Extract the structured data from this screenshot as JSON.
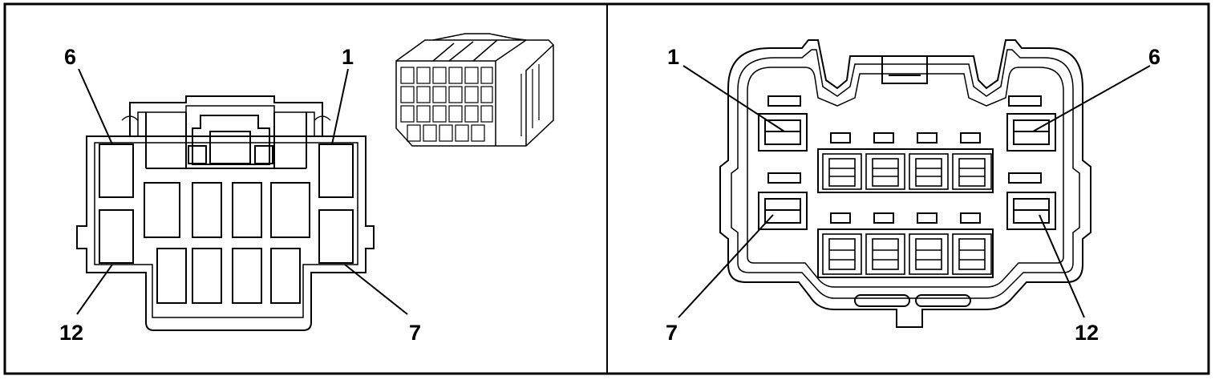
{
  "colors": {
    "line": "#000000",
    "background": "#ffffff"
  },
  "left_panel": {
    "pin_labels": {
      "p6": "6",
      "p1": "1",
      "p12": "12",
      "p7": "7"
    }
  },
  "right_panel": {
    "pin_labels": {
      "p1": "1",
      "p6": "6",
      "p7": "7",
      "p12": "12"
    }
  }
}
